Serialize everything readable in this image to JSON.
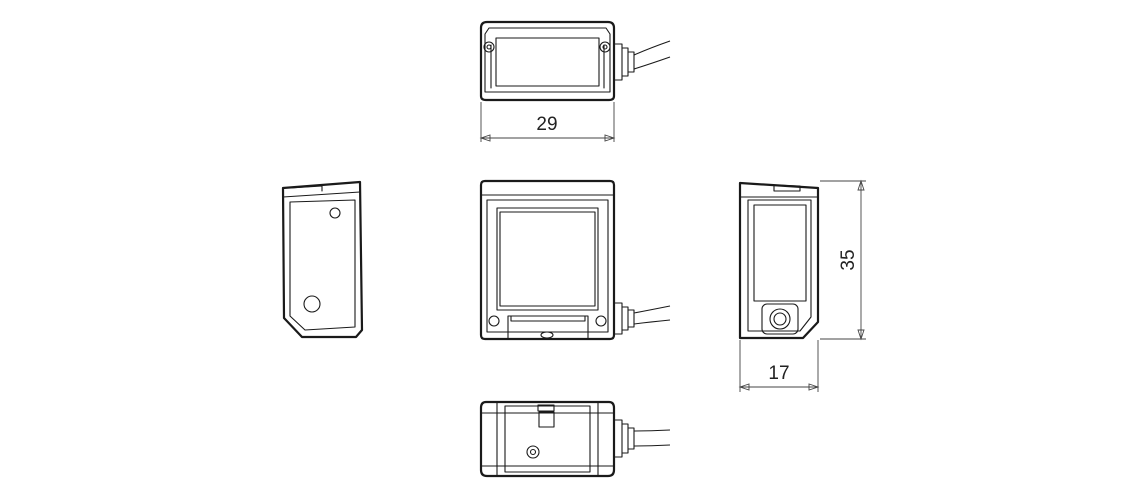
{
  "dimensions": {
    "width": "29",
    "height": "35",
    "depth": "17"
  },
  "colors": {
    "line": "#1a1a1a",
    "background": "#ffffff"
  }
}
